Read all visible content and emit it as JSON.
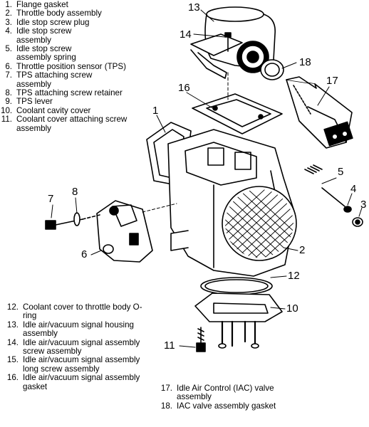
{
  "legend_top": [
    {
      "num": "1.",
      "text": "Flange gasket"
    },
    {
      "num": "2.",
      "text": "Throttle body assembly"
    },
    {
      "num": "3.",
      "text": "Idle stop screw plug"
    },
    {
      "num": "4.",
      "text": "Idle stop screw assembly"
    },
    {
      "num": "5.",
      "text": "Idle stop screw assembly spring"
    },
    {
      "num": "6.",
      "text": "Throttle position sensor (TPS)"
    },
    {
      "num": "7.",
      "text": "TPS attaching screw assembly"
    },
    {
      "num": "8.",
      "text": "TPS attaching screw retainer"
    },
    {
      "num": "9.",
      "text": "TPS lever"
    },
    {
      "num": "10.",
      "text": "Coolant cavity cover"
    },
    {
      "num": "11.",
      "text": "Coolant cover attaching screw assembly"
    }
  ],
  "legend_bottom_left": [
    {
      "num": "12.",
      "text": "Coolant cover to throttle body O-ring"
    },
    {
      "num": "13.",
      "text": "Idle air/vacuum signal housing assembly"
    },
    {
      "num": "14.",
      "text": "Idle air/vacuum signal assembly screw assembly"
    },
    {
      "num": "15.",
      "text": "Idle air/vacuum signal assembly long screw assembly"
    },
    {
      "num": "16.",
      "text": "Idle air/vacuum signal assembly gasket"
    }
  ],
  "legend_bottom_right": [
    {
      "num": "17.",
      "text": "Idle Air Control (IAC) valve assembly"
    },
    {
      "num": "18.",
      "text": "IAC valve assembly gasket"
    }
  ],
  "callouts": {
    "c1": "1",
    "c2": "2",
    "c3": "3",
    "c4": "4",
    "c5": "5",
    "c6": "6",
    "c7": "7",
    "c8": "8",
    "c10": "10",
    "c11": "11",
    "c12": "12",
    "c13": "13",
    "c14": "14",
    "c16": "16",
    "c17": "17",
    "c18": "18"
  }
}
